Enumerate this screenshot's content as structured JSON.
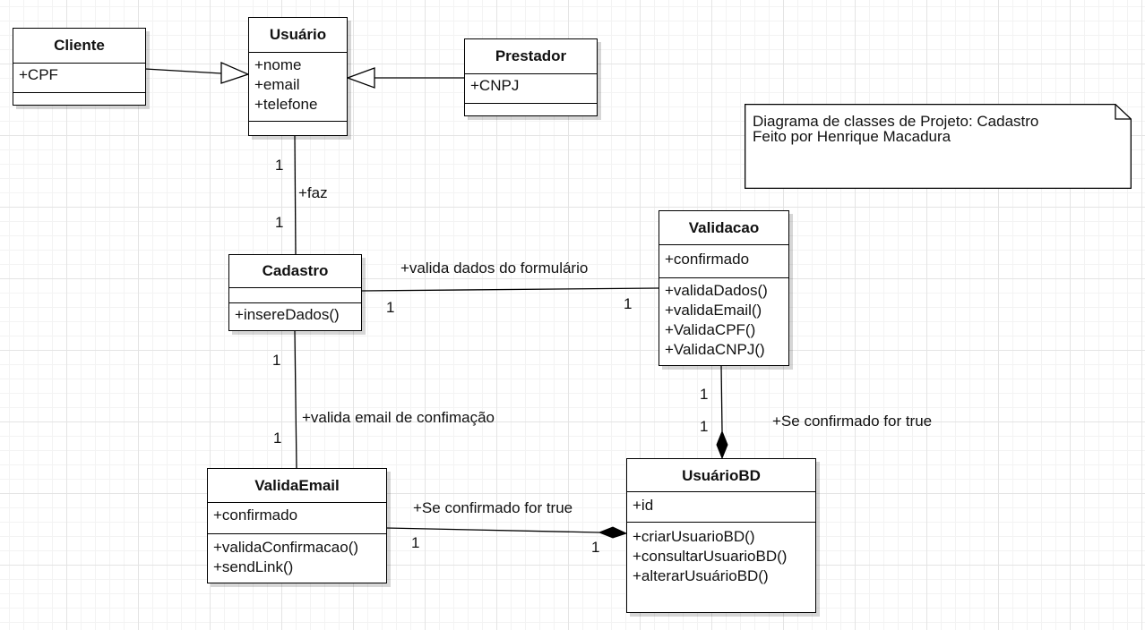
{
  "classes": {
    "cliente": {
      "name": "Cliente",
      "attributes": [
        "+CPF"
      ],
      "methods": []
    },
    "usuario": {
      "name": "Usuário",
      "attributes": [
        "+nome",
        "+email",
        "+telefone"
      ],
      "methods": []
    },
    "prestador": {
      "name": "Prestador",
      "attributes": [
        "+CNPJ"
      ],
      "methods": []
    },
    "cadastro": {
      "name": "Cadastro",
      "attributes": [],
      "methods": [
        "+insereDados()"
      ]
    },
    "validacao": {
      "name": "Validacao",
      "attributes": [
        "+confirmado"
      ],
      "methods": [
        "+validaDados()",
        "+validaEmail()",
        "+ValidaCPF()",
        "+ValidaCNPJ()"
      ]
    },
    "validaemail": {
      "name": "ValidaEmail",
      "attributes": [
        "+confirmado"
      ],
      "methods": [
        "+validaConfirmacao()",
        "+sendLink()"
      ]
    },
    "usuariobd": {
      "name": "UsuárioBD",
      "attributes": [
        "+id"
      ],
      "methods": [
        "+criarUsuarioBD()",
        "+consultarUsuarioBD()",
        "+alterarUsuárioBD()"
      ]
    }
  },
  "relations": {
    "usuario_cadastro": {
      "label": "+faz",
      "mult_source": "1",
      "mult_target": "1"
    },
    "cadastro_validacao": {
      "label": "+valida dados do formulário",
      "mult_source": "1",
      "mult_target": "1"
    },
    "cadastro_validaemail": {
      "label": "+valida email de confimação",
      "mult_source": "1",
      "mult_target": "1"
    },
    "validacao_usuariobd": {
      "label": "+Se confirmado for true",
      "mult_source": "1",
      "mult_target": "1"
    },
    "validaemail_usuariobd": {
      "label": "+Se confirmado for true",
      "mult_source": "1",
      "mult_target": "1"
    }
  },
  "note": {
    "line1": "Diagrama de classes de Projeto: Cadastro",
    "line2": "Feito por Henrique Macadura"
  }
}
